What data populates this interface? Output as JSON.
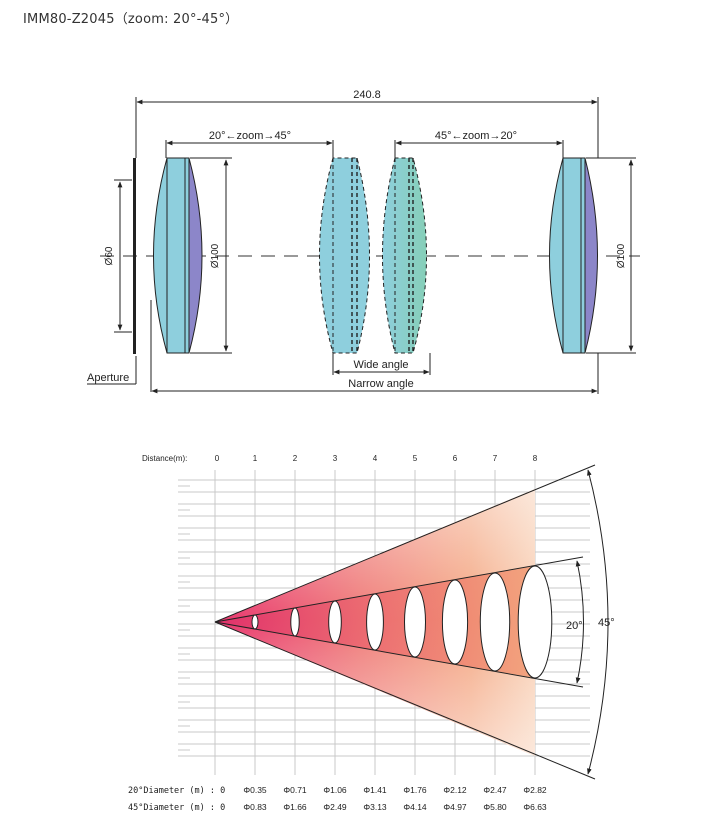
{
  "title": "IMM80-Z2045（zoom: 20°-45°）",
  "lens": {
    "total_length": "240.8",
    "zoom_left": "20°←zoom→45°",
    "zoom_right": "45°←zoom→20°",
    "aperture_dia": "Ø60",
    "left_lens_dia": "Ø100",
    "right_lens_dia": "Ø100",
    "aperture_label": "Aperture",
    "wide_label": "Wide angle",
    "narrow_label": "Narrow angle",
    "colors": {
      "lens_blue": "#8ecfdd",
      "lens_purple": "#8c86c9",
      "lens_green": "#86cfc0"
    }
  },
  "beam": {
    "distance_label": "Distance(m):",
    "distances": [
      "0",
      "1",
      "2",
      "3",
      "4",
      "5",
      "6",
      "7",
      "8"
    ],
    "angle_narrow": "20°",
    "angle_wide": "45°",
    "row20_label": "20°Diameter (m) : 0",
    "row45_label": "45°Diameter (m) : 0",
    "d20": [
      "Φ0.35",
      "Φ0.71",
      "Φ1.06",
      "Φ1.41",
      "Φ1.76",
      "Φ2.12",
      "Φ2.47",
      "Φ2.82"
    ],
    "d45": [
      "Φ0.83",
      "Φ1.66",
      "Φ2.49",
      "Φ3.13",
      "Φ4.14",
      "Φ4.97",
      "Φ5.80",
      "Φ6.63"
    ],
    "colors": {
      "start": "#e83e74",
      "mid": "#f08a6a",
      "end": "#f7d0b0"
    }
  }
}
